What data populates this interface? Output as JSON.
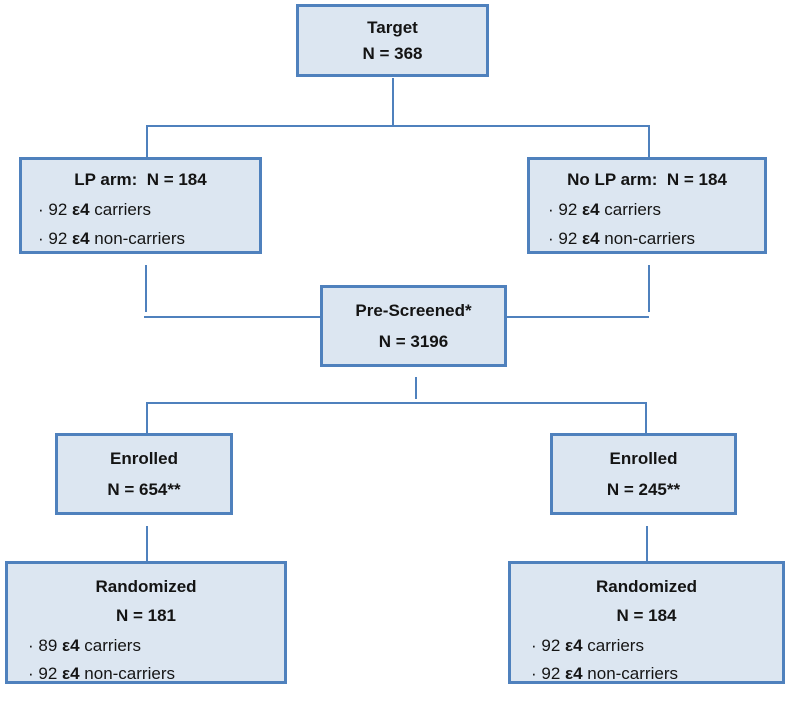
{
  "colors": {
    "box_fill": "#dce6f1",
    "box_border": "#4f81bd",
    "line": "#4f81bd",
    "text": "#141414"
  },
  "boxes": {
    "target": {
      "title": "Target",
      "n": "N = 368"
    },
    "lp_arm": {
      "title": "LP arm:  N = 184",
      "bullets": [
        {
          "pre": "· 92 ",
          "e4": "ε4",
          "post": " carriers"
        },
        {
          "pre": "· 92 ",
          "e4": "ε4",
          "post": " non-carriers"
        }
      ]
    },
    "no_lp_arm": {
      "title": "No LP arm:  N = 184",
      "bullets": [
        {
          "pre": "· 92 ",
          "e4": "ε4",
          "post": " carriers"
        },
        {
          "pre": "· 92 ",
          "e4": "ε4",
          "post": " non-carriers"
        }
      ]
    },
    "pre_screened": {
      "title": "Pre-Screened*",
      "n": "N = 3196"
    },
    "enrolled_left": {
      "title": "Enrolled",
      "n": "N = 654**"
    },
    "enrolled_right": {
      "title": "Enrolled",
      "n": "N = 245**"
    },
    "randomized_left": {
      "title": "Randomized",
      "n": "N = 181",
      "bullets": [
        {
          "pre": "· 89 ",
          "e4": "ε4",
          "post": " carriers"
        },
        {
          "pre": "· 92 ",
          "e4": "ε4",
          "post": " non-carriers"
        }
      ]
    },
    "randomized_right": {
      "title": "Randomized",
      "n": "N = 184",
      "bullets": [
        {
          "pre": "· 92 ",
          "e4": "ε4",
          "post": " carriers"
        },
        {
          "pre": "· 92 ",
          "e4": "ε4",
          "post": " non-carriers"
        }
      ]
    }
  }
}
